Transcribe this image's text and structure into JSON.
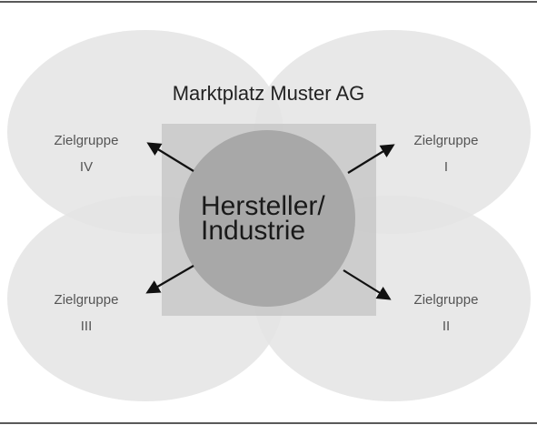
{
  "diagram": {
    "title": "Marktplatz Muster AG",
    "center": {
      "line1": "Hersteller/",
      "line2": "Industrie"
    },
    "groups": [
      {
        "name": "Zielgruppe",
        "numeral": "IV"
      },
      {
        "name": "Zielgruppe",
        "numeral": "I"
      },
      {
        "name": "Zielgruppe",
        "numeral": "III"
      },
      {
        "name": "Zielgruppe",
        "numeral": "II"
      }
    ],
    "colors": {
      "ellipse": "#e4e4e4",
      "overlap": "#d8d8d8",
      "square": "#c8c8c8",
      "circle": "#a8a8a8",
      "arrow": "#111111",
      "rule": "#222222"
    }
  }
}
